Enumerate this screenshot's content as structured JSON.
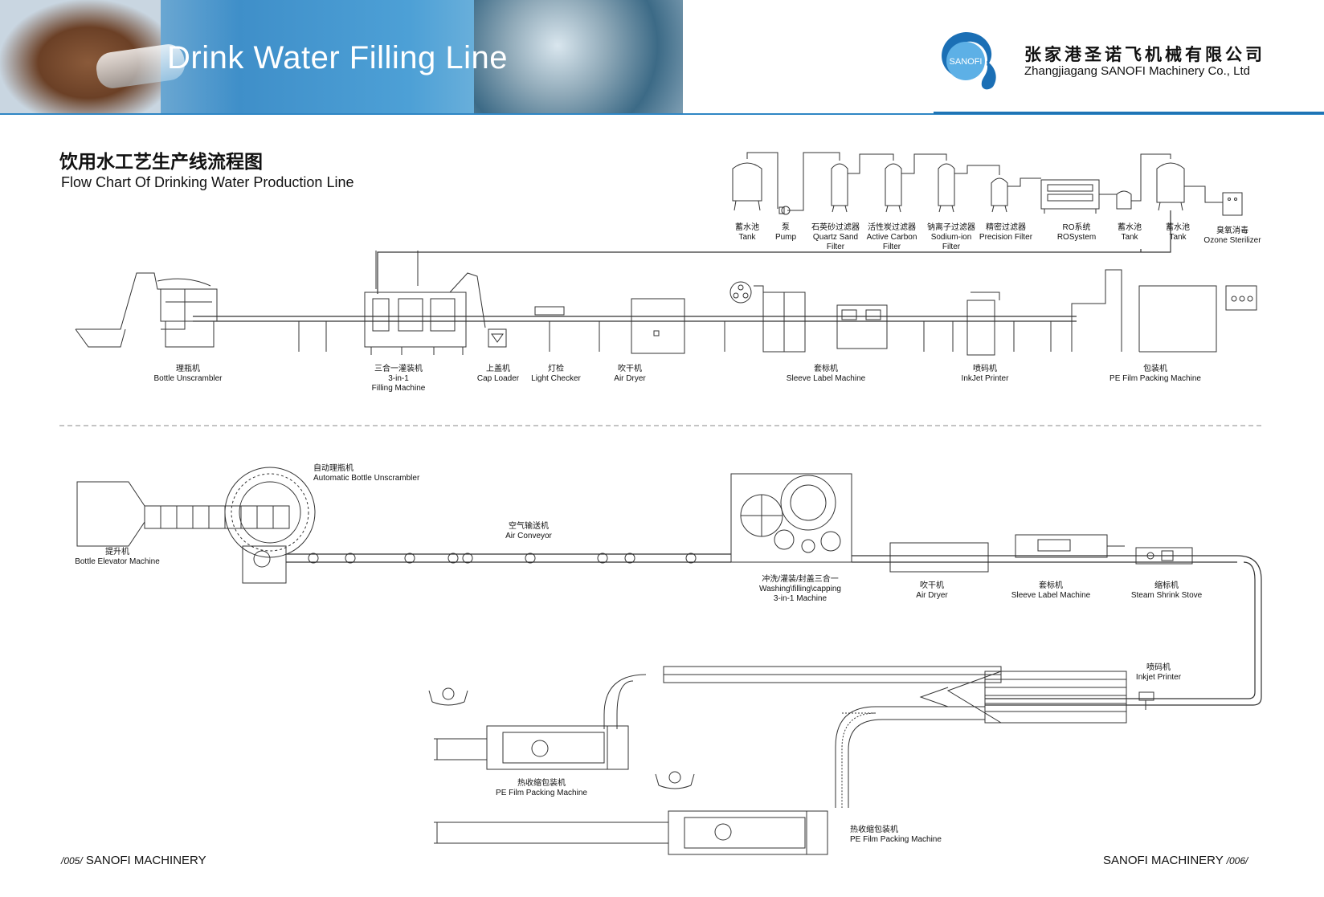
{
  "banner": {
    "title": "Drink Water Filling Line"
  },
  "company": {
    "logo_text": "SANOFI",
    "name_cn": "张家港圣诺飞机械有限公司",
    "name_en": "Zhangjiagang SANOFI Machinery Co., Ltd"
  },
  "heading": {
    "cn": "饮用水工艺生产线流程图",
    "en": "Flow Chart Of Drinking Water Production Line"
  },
  "water_treatment": [
    {
      "cn": "蓄水池",
      "en": "Tank"
    },
    {
      "cn": "泵",
      "en": "Pump"
    },
    {
      "cn": "石英砂过滤器",
      "en": "Quartz Sand",
      "en2": "Filter"
    },
    {
      "cn": "活性炭过滤器",
      "en": "Active Carbon",
      "en2": "Filter"
    },
    {
      "cn": "钠离子过滤器",
      "en": "Sodium-ion",
      "en2": "Filter"
    },
    {
      "cn": "精密过滤器",
      "en": "Precision Filter"
    },
    {
      "cn": "RO系统",
      "en": "ROSystem"
    },
    {
      "cn": "蓄水池",
      "en": "Tank"
    },
    {
      "cn": "蓄水池",
      "en": "Tank"
    },
    {
      "cn": "臭氧消毒",
      "en": "Ozone Sterilizer"
    }
  ],
  "line1": [
    {
      "cn": "理瓶机",
      "en": "Bottle Unscrambler"
    },
    {
      "cn": "三合一灌装机",
      "en": "3-in-1",
      "en2": "Filling Machine"
    },
    {
      "cn": "上盖机",
      "en": "Cap Loader"
    },
    {
      "cn": "灯检",
      "en": "Light Checker"
    },
    {
      "cn": "吹干机",
      "en": "Air Dryer"
    },
    {
      "cn": "套标机",
      "en": "Sleeve Label Machine"
    },
    {
      "cn": "喷码机",
      "en": "InkJet Printer"
    },
    {
      "cn": "包装机",
      "en": "PE Film Packing Machine"
    }
  ],
  "line2": [
    {
      "cn": "自动理瓶机",
      "en": "Automatic Bottle Unscrambler"
    },
    {
      "cn": "提升机",
      "en": "Bottle Elevator Machine"
    },
    {
      "cn": "空气输送机",
      "en": "Air Conveyor"
    },
    {
      "cn": "冲洗/灌装/封盖三合一",
      "en": "Washing\\filling\\capping",
      "en2": "3-in-1 Machine"
    },
    {
      "cn": "吹干机",
      "en": "Air Dryer"
    },
    {
      "cn": "套标机",
      "en": "Sleeve Label Machine"
    },
    {
      "cn": "缩标机",
      "en": "Steam Shrink Stove"
    },
    {
      "cn": "喷码机",
      "en": "Inkjet Printer"
    },
    {
      "cn": "热收缩包装机",
      "en": "PE Film Packing Machine"
    },
    {
      "cn": "热收缩包装机",
      "en": "PE Film Packing Machine"
    }
  ],
  "footer": {
    "left_page": "/005/",
    "left_brand": "SANOFI MACHINERY",
    "right_brand": "SANOFI MACHINERY",
    "right_page": "/006/"
  },
  "colors": {
    "banner_blue": "#3f8fc9",
    "rule_blue": "#2f86c4",
    "logo_blue": "#1b6fb5"
  }
}
